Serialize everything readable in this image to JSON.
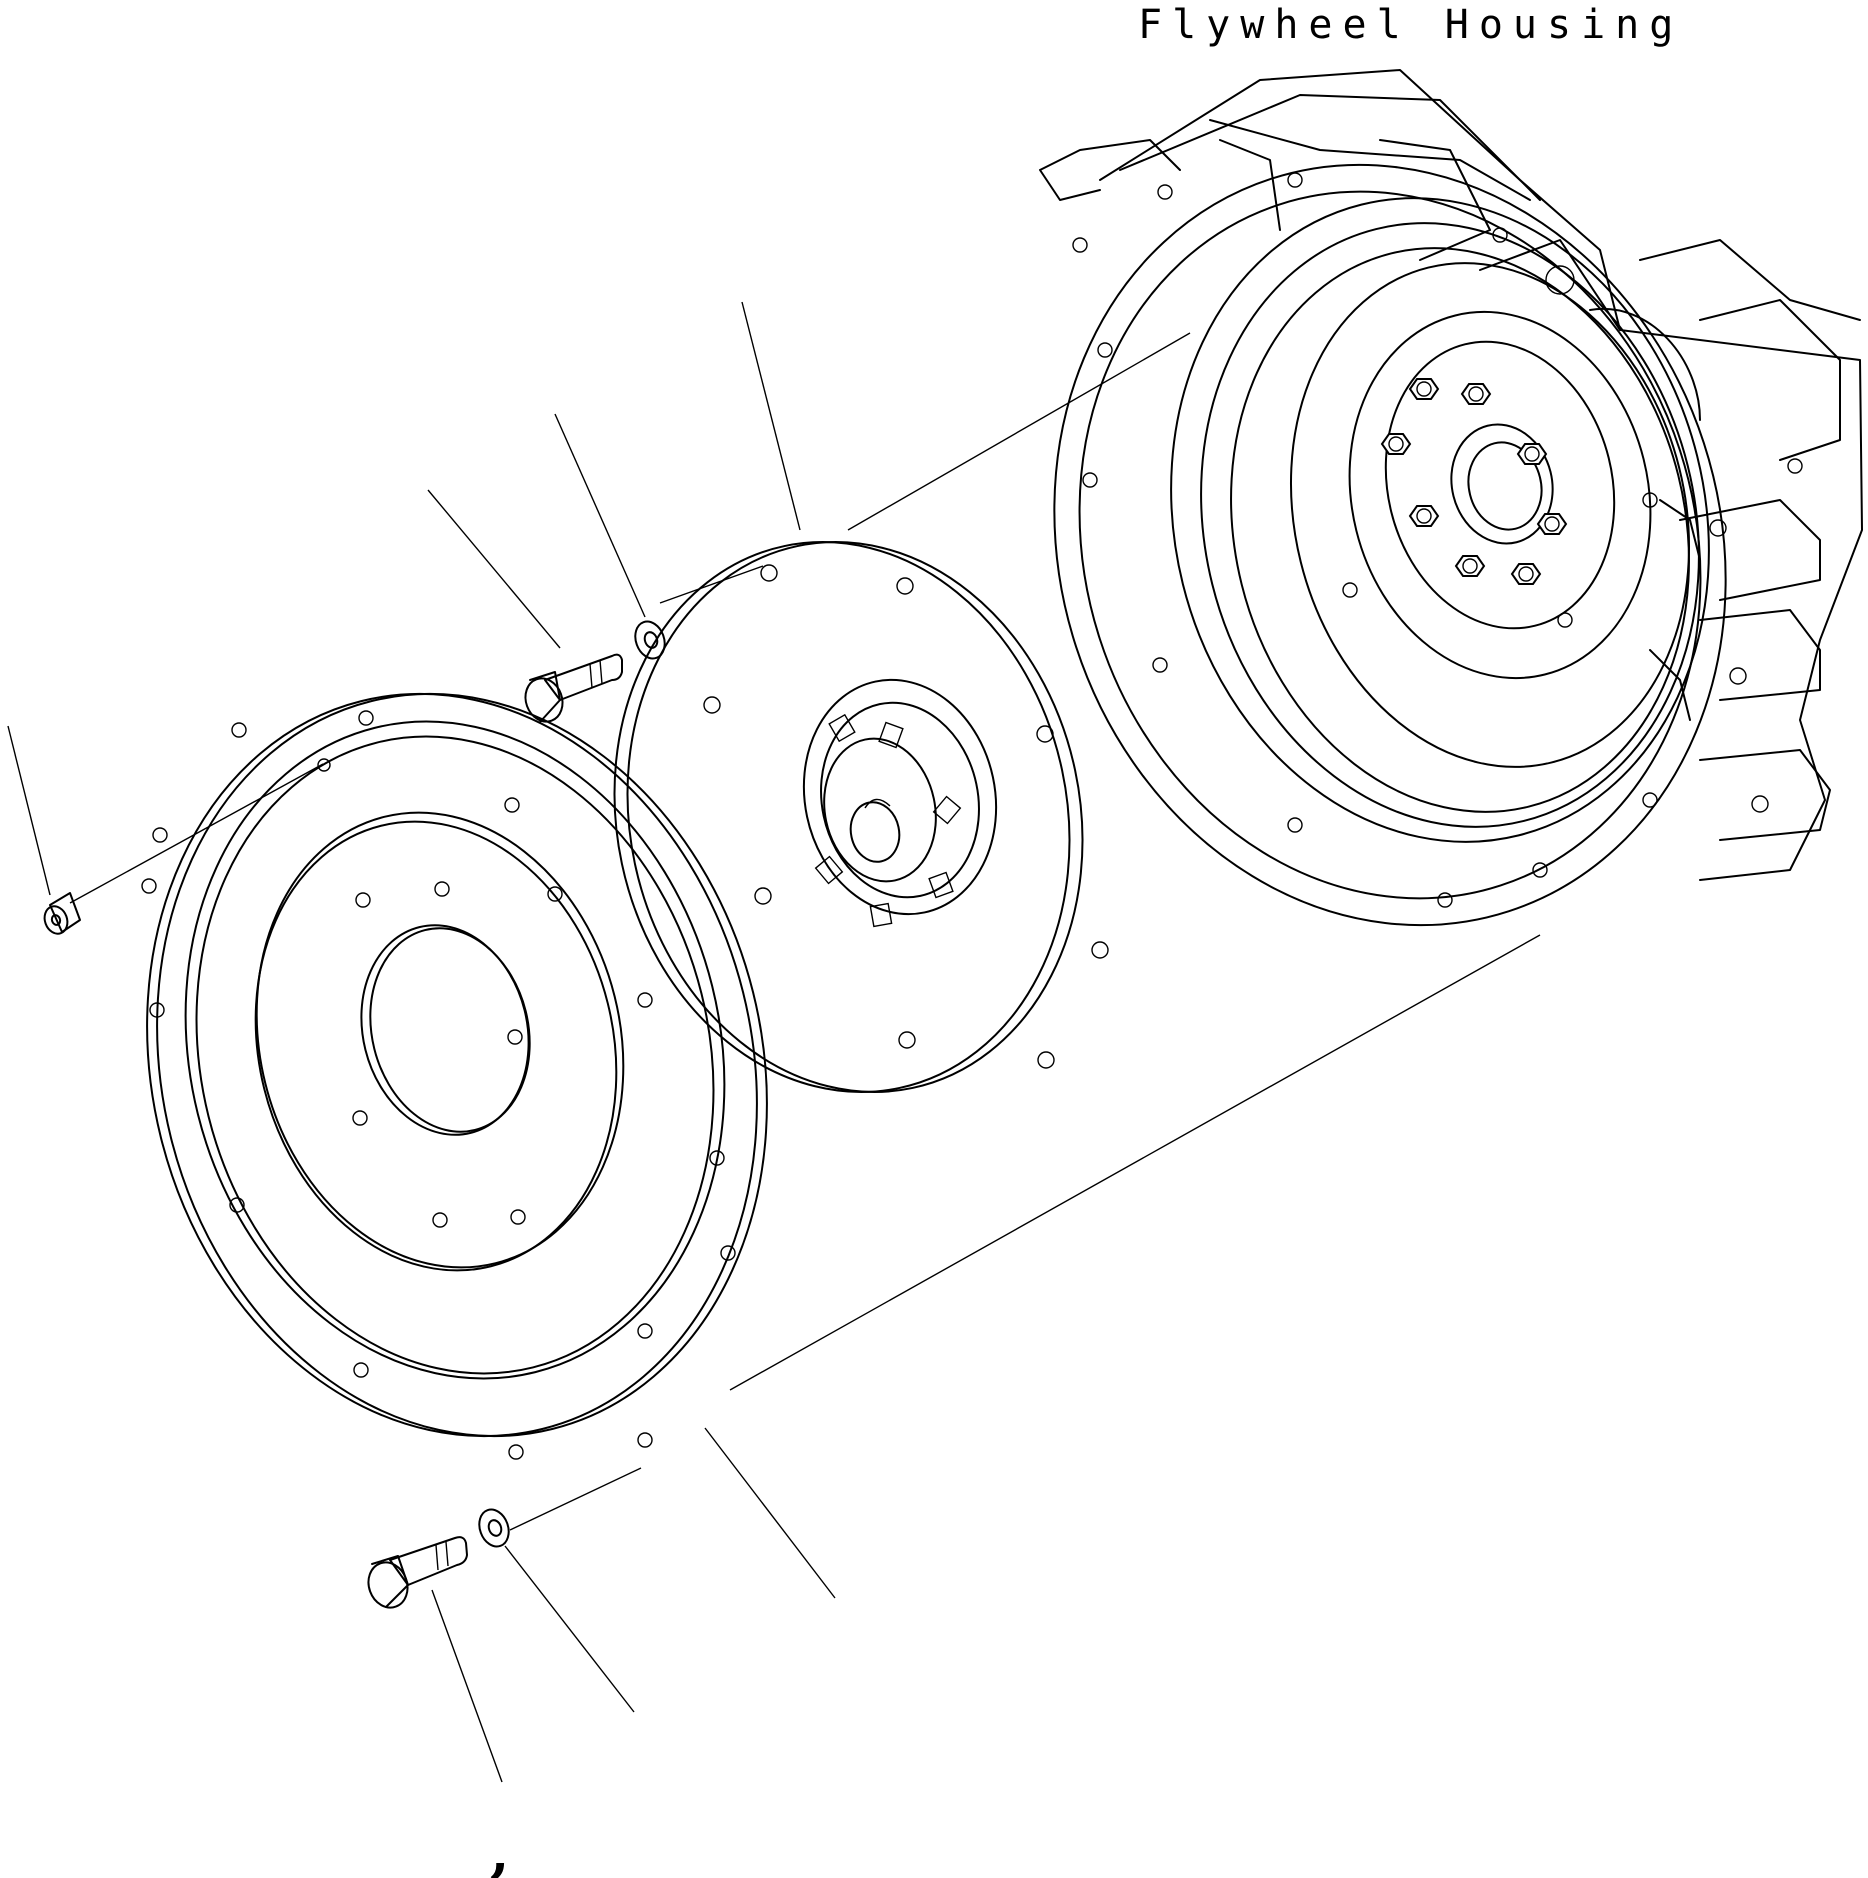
{
  "diagram": {
    "housing_label": "Flywheel Housing",
    "bottom_mark": ","
  },
  "colors": {
    "line": "#000000",
    "background": "#ffffff"
  },
  "parts": [
    "flywheel-housing",
    "flywheel",
    "flex-plate",
    "cover-plate",
    "bolt",
    "washer",
    "dowel-pin"
  ]
}
